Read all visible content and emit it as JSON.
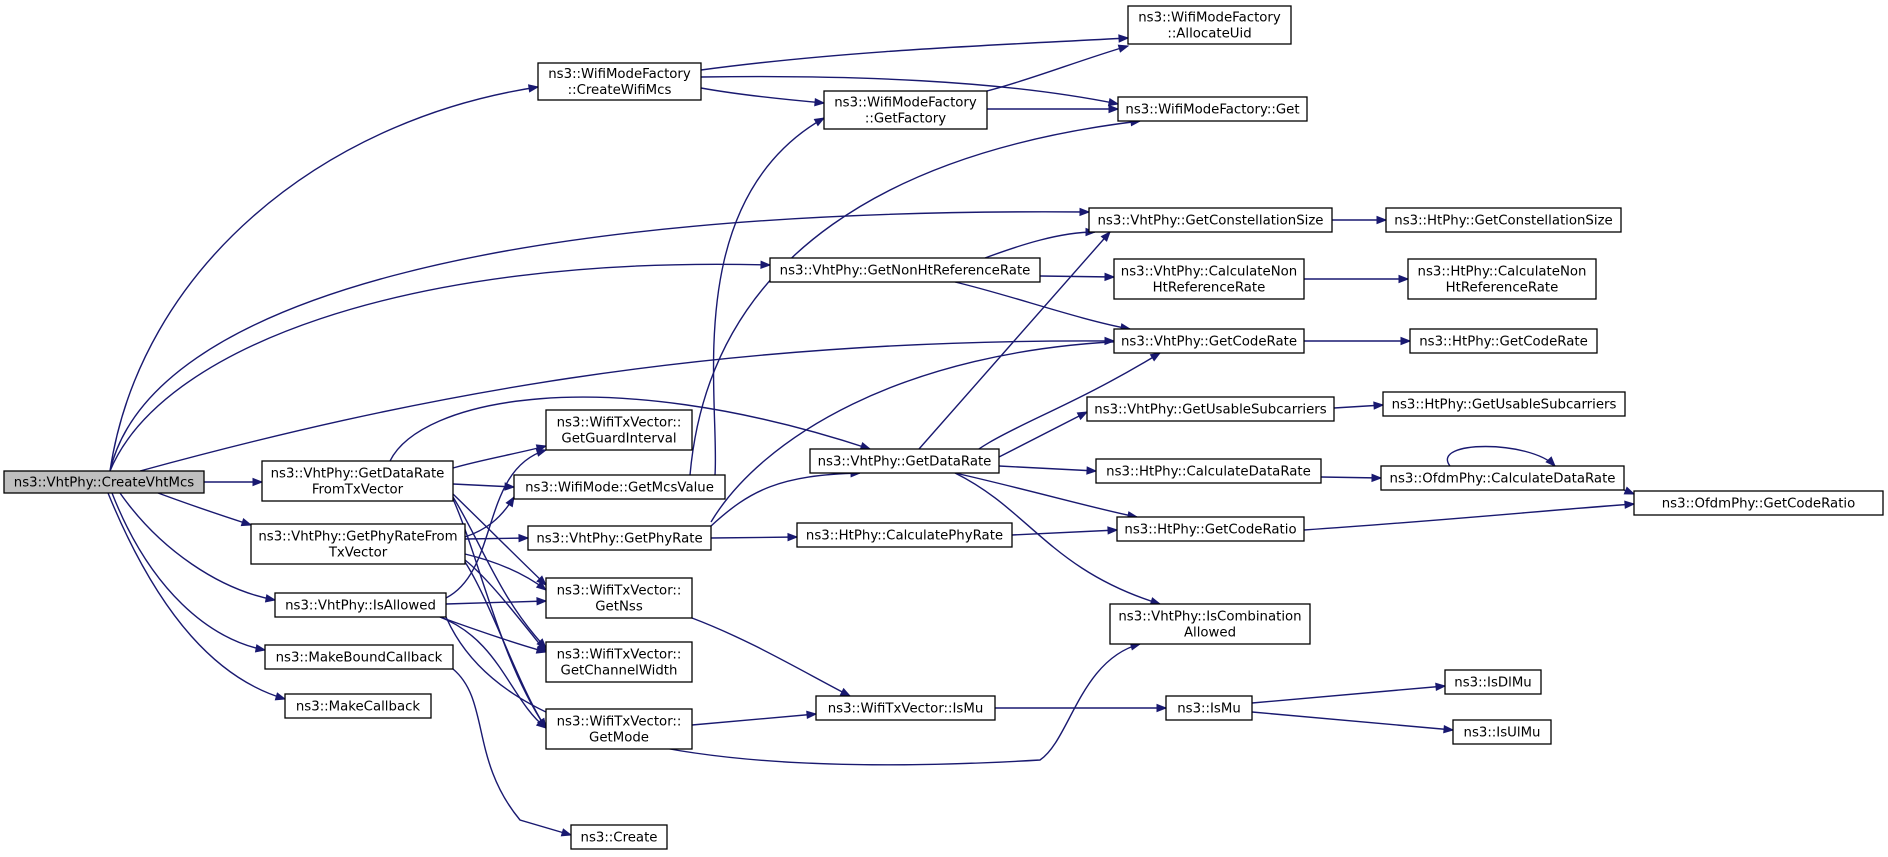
{
  "colors": {
    "edge": "#191970",
    "root_fill": "#bfbfbf",
    "node_fill": "#ffffff",
    "node_border": "#000000"
  },
  "nodes": {
    "createVhtMcs": [
      "ns3::VhtPhy::CreateVhtMcs"
    ],
    "createWifiMcs": [
      "ns3::WifiModeFactory",
      "::CreateWifiMcs"
    ],
    "allocateUid": [
      "ns3::WifiModeFactory",
      "::AllocateUid"
    ],
    "factoryGet": [
      "ns3::WifiModeFactory::Get"
    ],
    "getFactory": [
      "ns3::WifiModeFactory",
      "::GetFactory"
    ],
    "vhtConst": [
      "ns3::VhtPhy::GetConstellationSize"
    ],
    "htConst": [
      "ns3::HtPhy::GetConstellationSize"
    ],
    "nonHtRef": [
      "ns3::VhtPhy::GetNonHtReferenceRate"
    ],
    "vhtCalcNonHt": [
      "ns3::VhtPhy::CalculateNon",
      "HtReferenceRate"
    ],
    "htCalcNonHt": [
      "ns3::HtPhy::CalculateNon",
      "HtReferenceRate"
    ],
    "vhtCodeRate": [
      "ns3::VhtPhy::GetCodeRate"
    ],
    "htCodeRate": [
      "ns3::HtPhy::GetCodeRate"
    ],
    "vhtUsable": [
      "ns3::VhtPhy::GetUsableSubcarriers"
    ],
    "htUsable": [
      "ns3::HtPhy::GetUsableSubcarriers"
    ],
    "dataRateFromTx": [
      "ns3::VhtPhy::GetDataRate",
      "FromTxVector"
    ],
    "guardInterval": [
      "ns3::WifiTxVector::",
      "GetGuardInterval"
    ],
    "mcsValue": [
      "ns3::WifiMode::GetMcsValue"
    ],
    "vhtDataRate": [
      "ns3::VhtPhy::GetDataRate"
    ],
    "htCalcDataRate": [
      "ns3::HtPhy::CalculateDataRate"
    ],
    "ofdmCalcDataRate": [
      "ns3::OfdmPhy::CalculateDataRate"
    ],
    "ofdmCodeRatio": [
      "ns3::OfdmPhy::GetCodeRatio"
    ],
    "phyRateFromTx": [
      "ns3::VhtPhy::GetPhyRateFrom",
      "TxVector"
    ],
    "vhtPhyRate": [
      "ns3::VhtPhy::GetPhyRate"
    ],
    "htCalcPhyRate": [
      "ns3::HtPhy::CalculatePhyRate"
    ],
    "htCodeRatio": [
      "ns3::HtPhy::GetCodeRatio"
    ],
    "isAllowed": [
      "ns3::VhtPhy::IsAllowed"
    ],
    "getNss": [
      "ns3::WifiTxVector::",
      "GetNss"
    ],
    "isCombination": [
      "ns3::VhtPhy::IsCombination",
      "Allowed"
    ],
    "makeBound": [
      "ns3::MakeBoundCallback"
    ],
    "channelWidth": [
      "ns3::WifiTxVector::",
      "GetChannelWidth"
    ],
    "makeCallback": [
      "ns3::MakeCallback"
    ],
    "getMode": [
      "ns3::WifiTxVector::",
      "GetMode"
    ],
    "txIsMu": [
      "ns3::WifiTxVector::IsMu"
    ],
    "isMu": [
      "ns3::IsMu"
    ],
    "isDlMu": [
      "ns3::IsDlMu"
    ],
    "isUlMu": [
      "ns3::IsUlMu"
    ],
    "create": [
      "ns3::Create"
    ]
  }
}
